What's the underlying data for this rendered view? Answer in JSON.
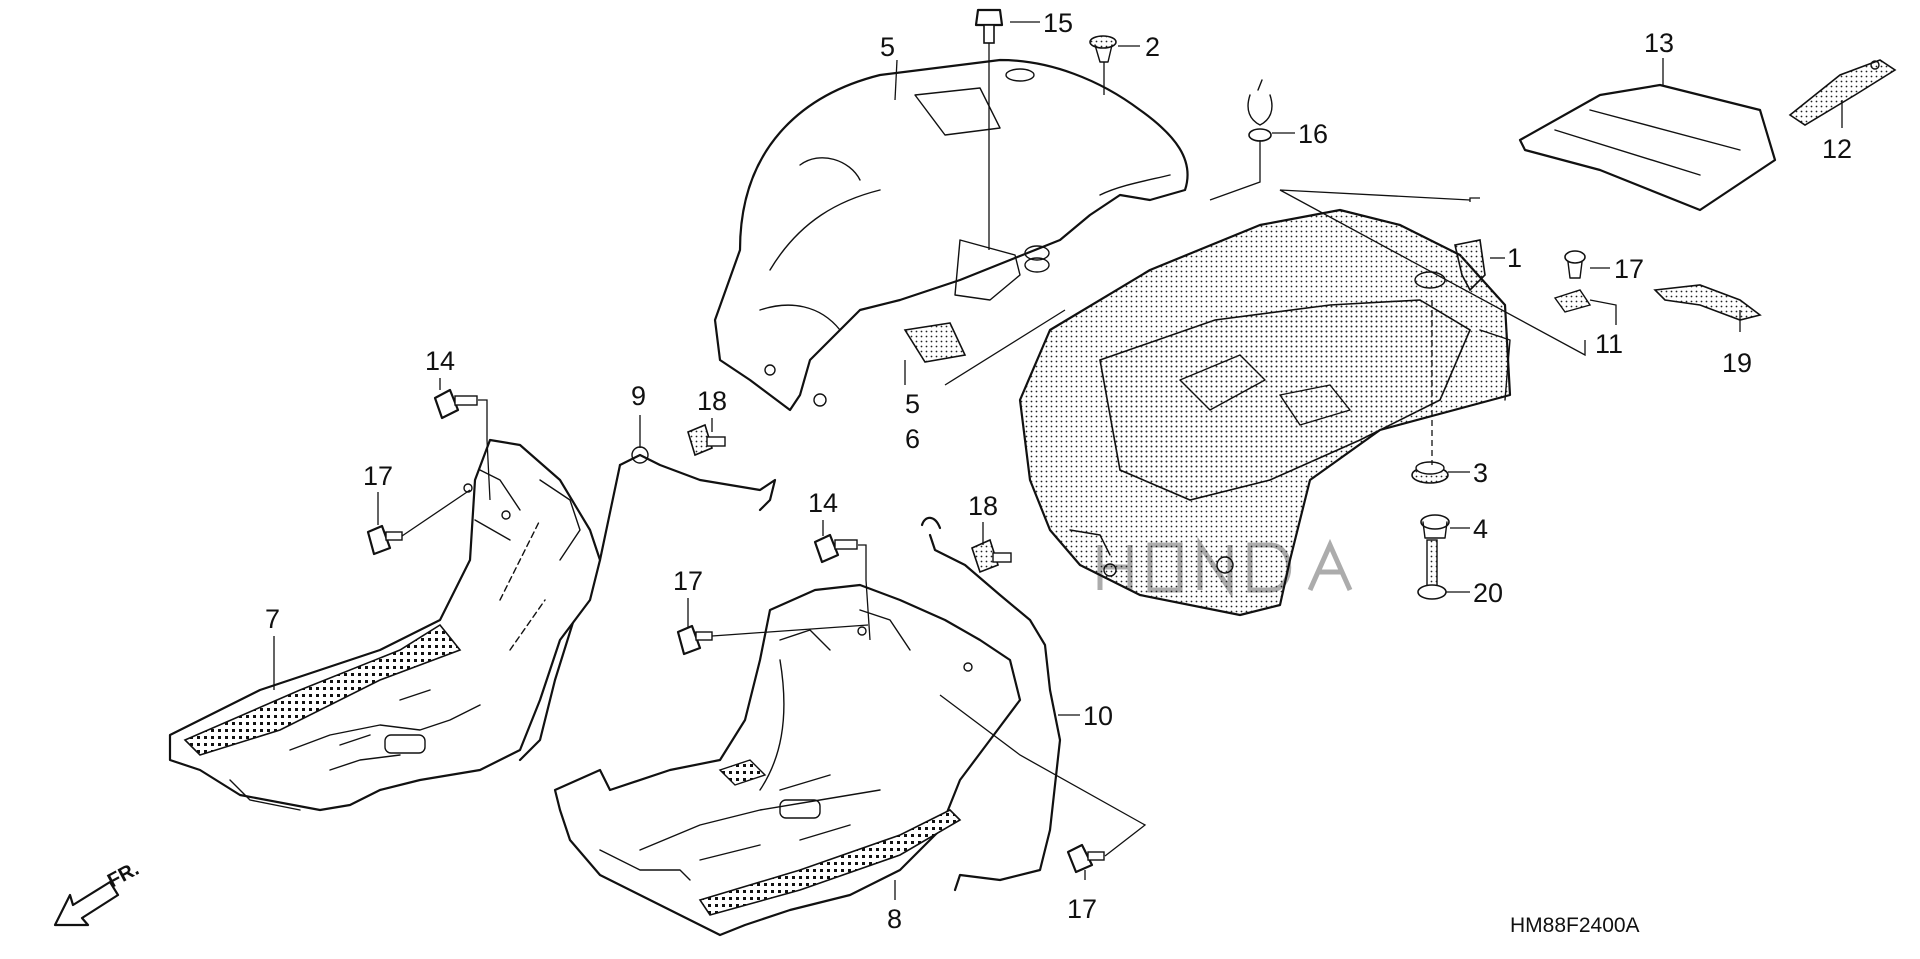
{
  "callouts": {
    "c1": "1",
    "c2": "2",
    "c3": "3",
    "c4": "4",
    "c5a": "5",
    "c5b": "5",
    "c6": "6",
    "c7": "7",
    "c8": "8",
    "c9": "9",
    "c10": "10",
    "c11": "11",
    "c12": "12",
    "c13": "13",
    "c14a": "14",
    "c14b": "14",
    "c15": "15",
    "c16": "16",
    "c17a": "17",
    "c17b": "17",
    "c17c": "17",
    "c17d": "17",
    "c18a": "18",
    "c18b": "18",
    "c19": "19",
    "c20": "20"
  },
  "direction_label": "FR.",
  "reference_code": "HM88F2400A",
  "icons": {
    "front_arrow": "arrow-down-left-icon"
  }
}
